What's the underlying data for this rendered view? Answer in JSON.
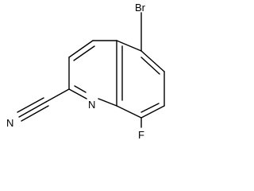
{
  "molecule": {
    "atoms": {
      "bromine": "Br",
      "fluorine": "F",
      "ring_nitrogen": "N",
      "nitrile_nitrogen": "N"
    }
  },
  "colors": {
    "bond": "#000000",
    "background": "#ffffff"
  }
}
